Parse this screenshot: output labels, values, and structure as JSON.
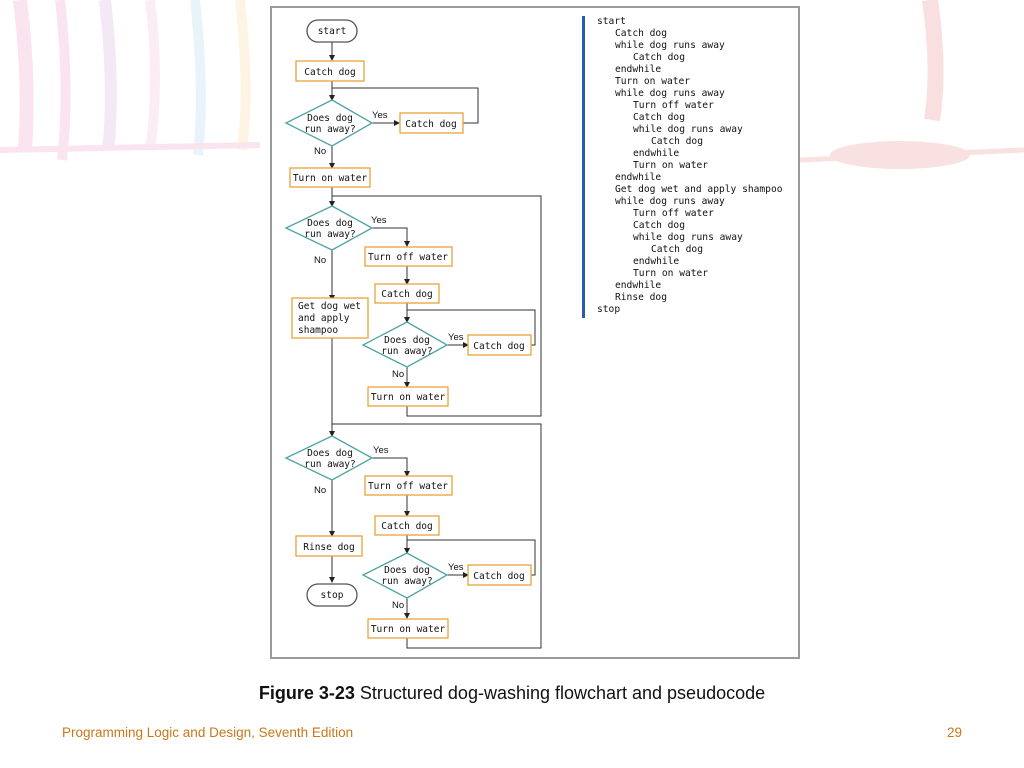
{
  "flowchart": {
    "start": "start",
    "stop": "stop",
    "catch_dog": "Catch dog",
    "turn_on_water": "Turn on water",
    "turn_off_water": "Turn off water",
    "rinse_dog": "Rinse dog",
    "shampoo_lines": [
      "Get dog wet",
      "and apply",
      "shampoo"
    ],
    "decision_lines": [
      "Does dog",
      "run away?"
    ],
    "yes": "Yes",
    "no": "No"
  },
  "pseudocode": [
    {
      "indent": 0,
      "text": "start"
    },
    {
      "indent": 1,
      "text": "Catch dog"
    },
    {
      "indent": 1,
      "text": "while dog runs away"
    },
    {
      "indent": 2,
      "text": "Catch dog"
    },
    {
      "indent": 1,
      "text": "endwhile"
    },
    {
      "indent": 1,
      "text": "Turn on water"
    },
    {
      "indent": 1,
      "text": "while dog runs away"
    },
    {
      "indent": 2,
      "text": "Turn off water"
    },
    {
      "indent": 2,
      "text": "Catch dog"
    },
    {
      "indent": 2,
      "text": "while dog runs away"
    },
    {
      "indent": 3,
      "text": "Catch dog"
    },
    {
      "indent": 2,
      "text": "endwhile"
    },
    {
      "indent": 2,
      "text": "Turn on water"
    },
    {
      "indent": 1,
      "text": "endwhile"
    },
    {
      "indent": 1,
      "text": "Get dog wet and apply shampoo"
    },
    {
      "indent": 1,
      "text": "while dog runs away"
    },
    {
      "indent": 2,
      "text": "Turn off water"
    },
    {
      "indent": 2,
      "text": "Catch dog"
    },
    {
      "indent": 2,
      "text": "while dog runs away"
    },
    {
      "indent": 3,
      "text": "Catch dog"
    },
    {
      "indent": 2,
      "text": "endwhile"
    },
    {
      "indent": 2,
      "text": "Turn on water"
    },
    {
      "indent": 1,
      "text": "endwhile"
    },
    {
      "indent": 1,
      "text": "Rinse dog"
    },
    {
      "indent": 0,
      "text": "stop"
    }
  ],
  "caption": {
    "figure_number": "Figure 3-23",
    "text": " Structured dog-washing flowchart and pseudocode"
  },
  "footer": {
    "book_title": "Programming Logic and Design, Seventh Edition",
    "page_number": "29"
  },
  "colors": {
    "process_border": "#e8a33c",
    "decision_border": "#4fa3a3",
    "pseudocode_bar": "#2a5ea8",
    "footer_text": "#c8781a"
  }
}
